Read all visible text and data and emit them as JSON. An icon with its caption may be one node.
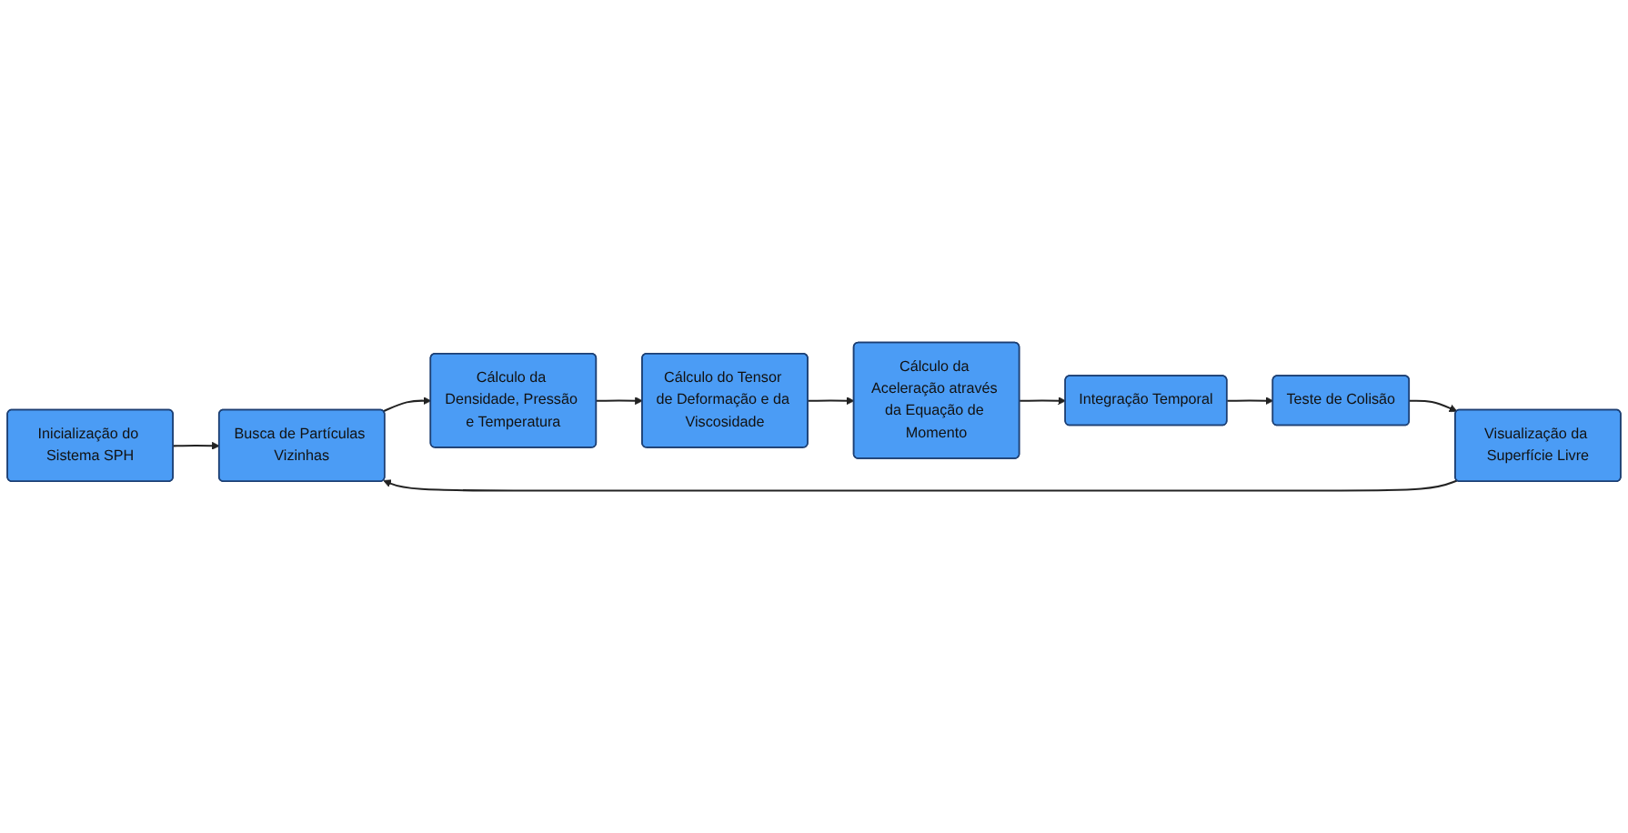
{
  "diagram": {
    "nodes": [
      {
        "text": [
          "Inicialização do Sistema SPH"
        ]
      },
      {
        "text": [
          "Busca de Partículas Vizinhas"
        ]
      },
      {
        "text": [
          "Cálculo da Densidade, Pressão e Temperatura"
        ]
      },
      {
        "text": [
          "Cálculo do Tensor de Deformação e da Viscosidade"
        ]
      },
      {
        "text": [
          "Cálculo da Aceleração através da Equação de Momento"
        ]
      },
      {
        "text": [
          "Integração Temporal"
        ]
      },
      {
        "text": [
          "Teste de Colisão"
        ]
      },
      {
        "text": [
          "Visualização da Superfície Livre"
        ]
      }
    ],
    "edges": [
      {
        "from": 0,
        "to": 1,
        "arrow": "to"
      },
      {
        "from": 1,
        "to": 2,
        "arrow": "to"
      },
      {
        "from": 2,
        "to": 3,
        "arrow": "to"
      },
      {
        "from": 3,
        "to": 4,
        "arrow": "to"
      },
      {
        "from": 4,
        "to": 5,
        "arrow": "to"
      },
      {
        "from": 5,
        "to": 6,
        "arrow": "to"
      },
      {
        "from": 6,
        "to": 7,
        "arrow": "to"
      },
      {
        "from": 7,
        "to": 1,
        "arrow": "to"
      }
    ]
  }
}
